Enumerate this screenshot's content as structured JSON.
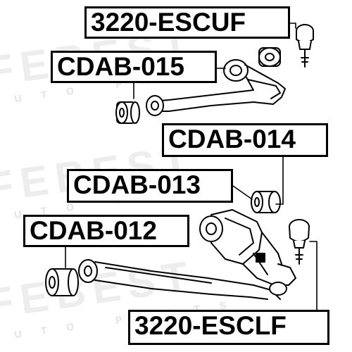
{
  "watermark": {
    "brand": "FEBEST",
    "sub": "AUTO PARTS"
  },
  "labels": {
    "upper_ball_joint": "3220-ESCUF",
    "upper_arm_bushing": "CDAB-015",
    "lower_arm_rear_bushing": "CDAB-014",
    "lower_arm_mid_bushing": "CDAB-013",
    "lower_arm_front_bushing": "CDAB-012",
    "lower_ball_joint": "3220-ESCLF"
  },
  "colors": {
    "line": "#000000",
    "part_fill": "#ffffff",
    "watermark": "#ededed"
  }
}
